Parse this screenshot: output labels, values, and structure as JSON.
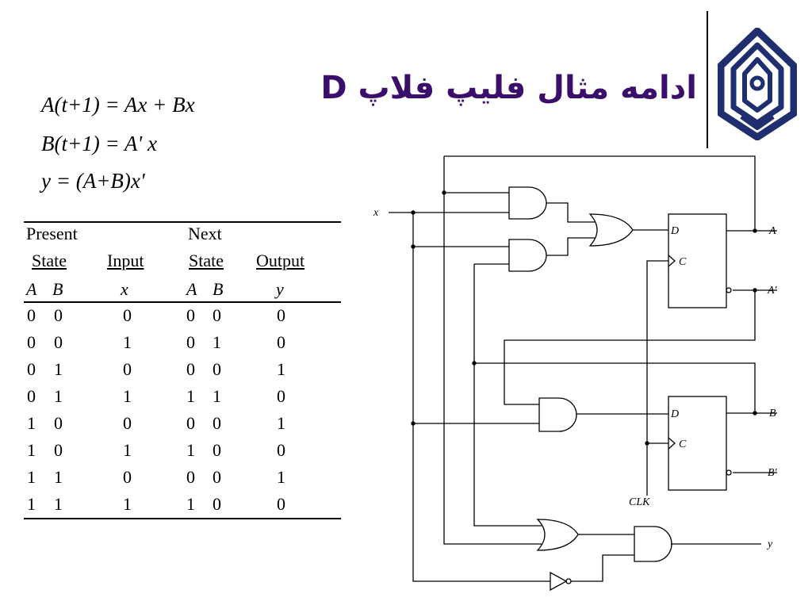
{
  "title": "ادامه مثال فلیپ فلاپ D",
  "logo": {
    "name": "university-emblem-logo",
    "color": "#1e2e6e"
  },
  "equations": [
    "A(t+1) = Ax + Bx",
    "B(t+1) = A' x",
    "y = (A+B)x'"
  ],
  "table": {
    "header_row1": {
      "present": "Present",
      "next": "Next"
    },
    "header_row2": {
      "state": "State",
      "input": "Input",
      "next_state": "State",
      "output": "Output"
    },
    "header_row3": {
      "a": "A",
      "b": "B",
      "x": "x",
      "na": "A",
      "nb": "B",
      "y": "y"
    },
    "rows": [
      [
        "0",
        "0",
        "0",
        "0",
        "0",
        "0"
      ],
      [
        "0",
        "0",
        "1",
        "0",
        "1",
        "0"
      ],
      [
        "0",
        "1",
        "0",
        "0",
        "0",
        "1"
      ],
      [
        "0",
        "1",
        "1",
        "1",
        "1",
        "0"
      ],
      [
        "1",
        "0",
        "0",
        "0",
        "0",
        "1"
      ],
      [
        "1",
        "0",
        "1",
        "1",
        "0",
        "0"
      ],
      [
        "1",
        "1",
        "0",
        "0",
        "0",
        "1"
      ],
      [
        "1",
        "1",
        "1",
        "1",
        "0",
        "0"
      ]
    ]
  },
  "circuit": {
    "labels": {
      "x": "x",
      "d": "D",
      "c": "C",
      "a": "A",
      "a_prime": "A′",
      "b": "B",
      "b_prime": "B′",
      "clk": "CLK",
      "y": "y"
    }
  },
  "colors": {
    "title": "#3b0e6b"
  }
}
